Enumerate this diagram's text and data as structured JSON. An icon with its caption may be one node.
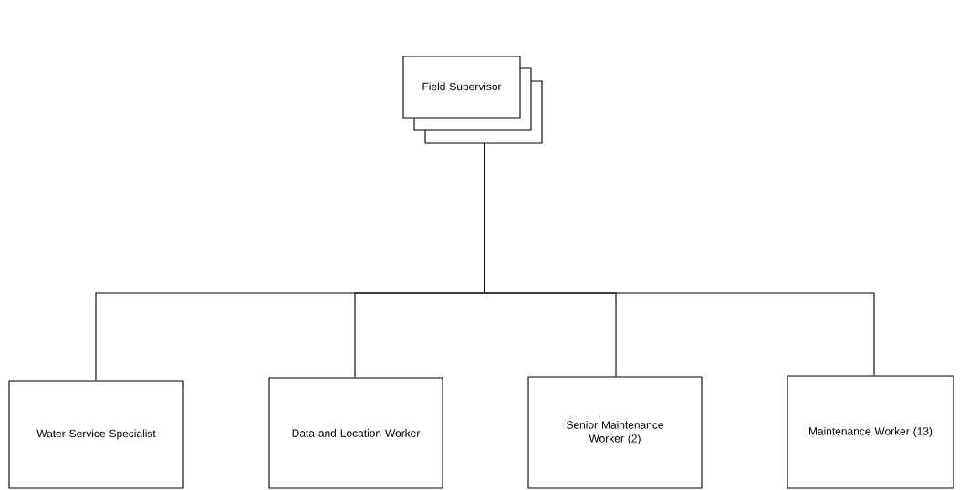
{
  "diagram": {
    "nodes": [
      {
        "text": [
          "Field Supervisor"
        ]
      },
      {
        "text": [
          "Water Service Specialist"
        ]
      },
      {
        "text": [
          "Data and Location Worker"
        ]
      },
      {
        "text": [
          "Senior Maintenance Worker (2)"
        ]
      },
      {
        "text": [
          "Maintenance Worker (13)"
        ]
      }
    ],
    "edges": [
      {
        "from": 0,
        "to": 1,
        "arrow": "none"
      },
      {
        "from": 0,
        "to": 2,
        "arrow": "none"
      },
      {
        "from": 0,
        "to": 3,
        "arrow": "none"
      },
      {
        "from": 0,
        "to": 4,
        "arrow": "none"
      }
    ]
  }
}
